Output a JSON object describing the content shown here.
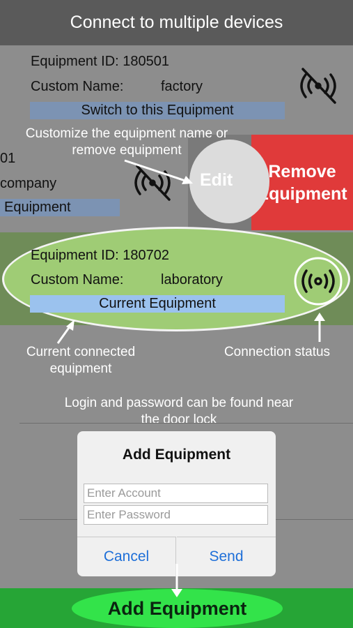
{
  "header": {
    "title": "Connect to multiple devices"
  },
  "device1": {
    "id_label": "Equipment ID: 180501",
    "name_label": "Custom Name:",
    "name_value": "factory",
    "switch_label": "Switch to this Equipment"
  },
  "device2": {
    "id_fragment": "01",
    "name_fragment": "company",
    "switch_fragment": "Equipment"
  },
  "swipe": {
    "edit_label": "Edit",
    "remove_label": "Remove Equipment"
  },
  "current": {
    "id_label": "Equipment ID: 180702",
    "name_label": "Custom Name:",
    "name_value": "laboratory",
    "status_label": "Current Equipment"
  },
  "annotations": {
    "customize": "Customize the equipment name or remove equipment",
    "current_connected": "Current connected equipment",
    "connection_status": "Connection status",
    "login_hint": "Login and password can be found near the door lock"
  },
  "dialog": {
    "title": "Add Equipment",
    "account_placeholder": "Enter Account",
    "password_placeholder": "Enter Password",
    "cancel_label": "Cancel",
    "send_label": "Send"
  },
  "footer": {
    "add_label": "Add Equipment"
  },
  "colors": {
    "remove": "#e03a3a",
    "current": "#9fcc75",
    "add": "#33e34a",
    "link": "#1e6fd8"
  },
  "icons": {
    "disconnected": "signal-off-icon",
    "connected": "signal-on-icon",
    "arrow": "arrow-icon"
  }
}
